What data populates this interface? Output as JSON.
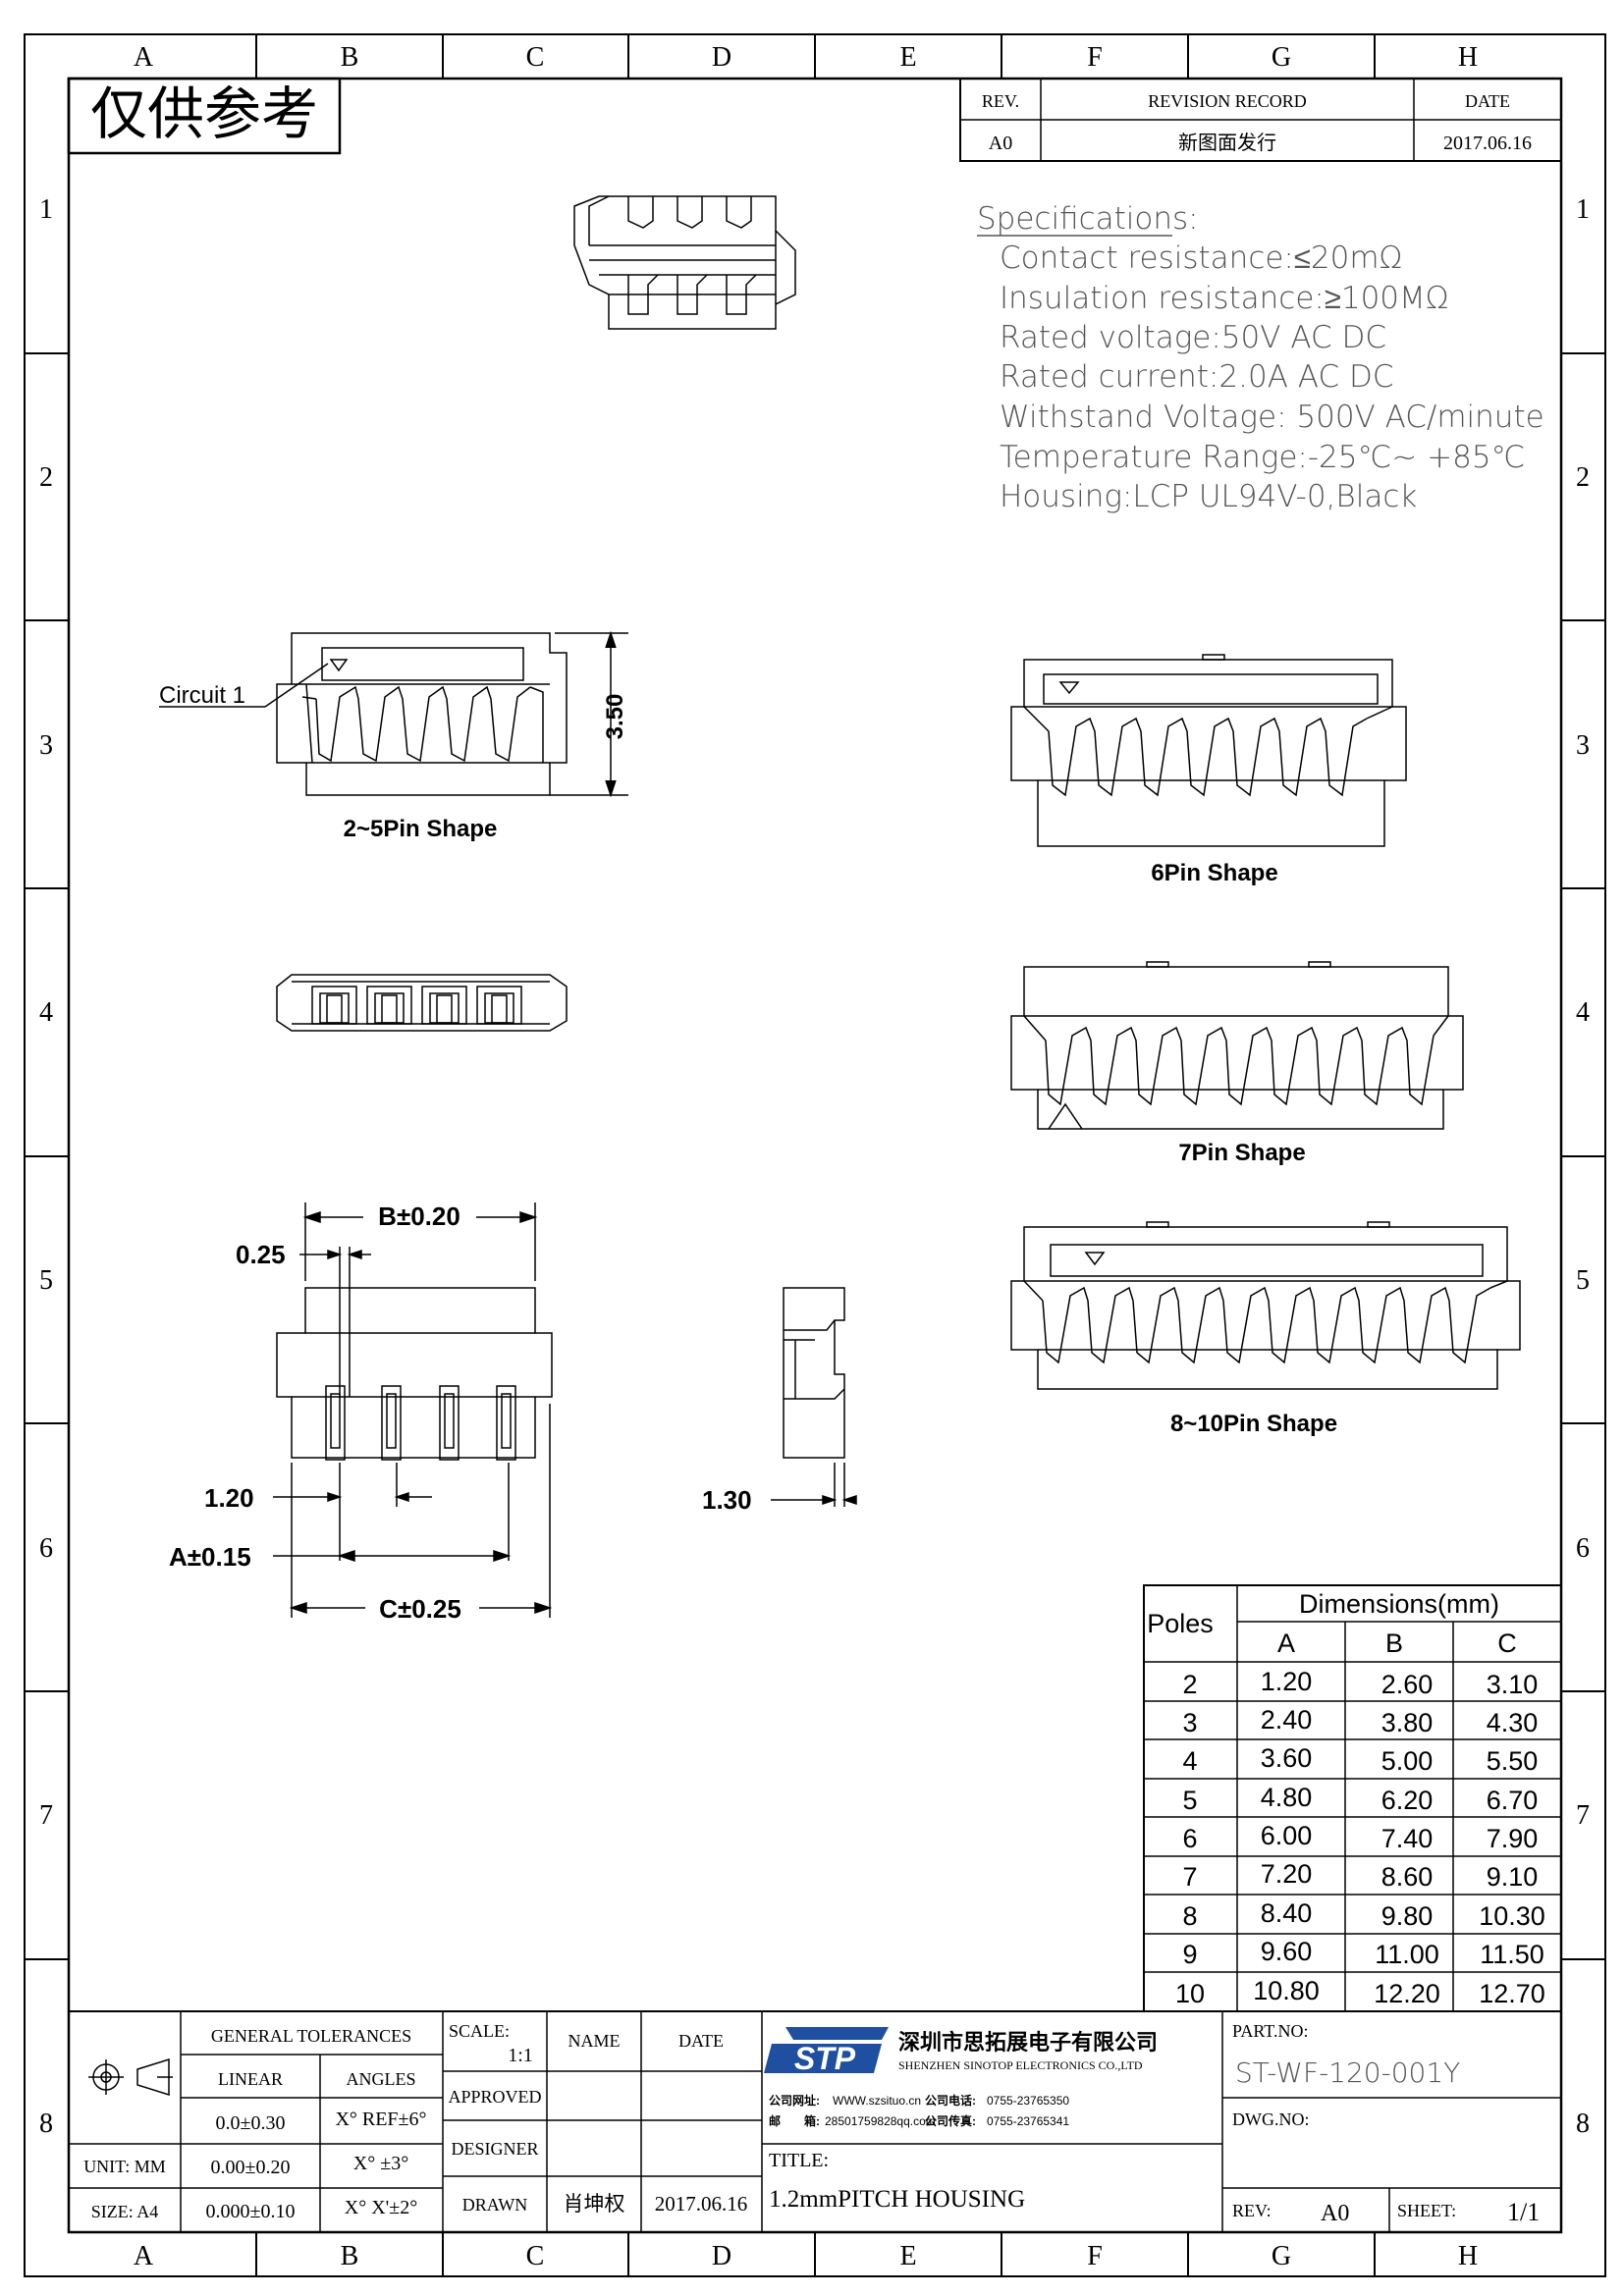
{
  "grid": {
    "columns": [
      "A",
      "B",
      "C",
      "D",
      "E",
      "F",
      "G",
      "H"
    ],
    "rows": [
      "1",
      "2",
      "3",
      "4",
      "5",
      "6",
      "7",
      "8"
    ]
  },
  "watermark": "仅供参考",
  "revision": {
    "headers": {
      "rev": "REV.",
      "record": "REVISION RECORD",
      "date": "DATE"
    },
    "rows": [
      {
        "rev": "A0",
        "record": "新图面发行",
        "date": "2017.06.16"
      }
    ]
  },
  "specifications": {
    "heading": "Specifications:",
    "lines": [
      "Contact resistance:≤20mΩ",
      "Insulation resistance:≥100MΩ",
      "Rated voltage:50V AC DC",
      "Rated current:2.0A AC DC",
      "Withstand Voltage: 500V AC/minute",
      "Temperature Range:-25℃~ +85℃",
      "Housing:LCP UL94V-0,Black"
    ]
  },
  "views": {
    "circuit_label": "Circuit 1",
    "height_dim": "3.50",
    "shape_2_5": "2~5Pin Shape",
    "shape_6": "6Pin Shape",
    "shape_7": "7Pin Shape",
    "shape_8_10": "8~10Pin  Shape",
    "dim_b": "B±0.20",
    "dim_025": "0.25",
    "dim_120": "1.20",
    "dim_a": "A±0.15",
    "dim_c": "C±0.25",
    "dim_130": "1.30"
  },
  "dimensions_table": {
    "poles_header": "Poles",
    "group_header": "Dimensions(mm)",
    "columns": [
      "A",
      "B",
      "C"
    ],
    "rows": [
      {
        "poles": "2",
        "a": "1.20",
        "b": "2.60",
        "c": "3.10"
      },
      {
        "poles": "3",
        "a": "2.40",
        "b": "3.80",
        "c": "4.30"
      },
      {
        "poles": "4",
        "a": "3.60",
        "b": "5.00",
        "c": "5.50"
      },
      {
        "poles": "5",
        "a": "4.80",
        "b": "6.20",
        "c": "6.70"
      },
      {
        "poles": "6",
        "a": "6.00",
        "b": "7.40",
        "c": "7.90"
      },
      {
        "poles": "7",
        "a": "7.20",
        "b": "8.60",
        "c": "9.10"
      },
      {
        "poles": "8",
        "a": "8.40",
        "b": "9.80",
        "c": "10.30"
      },
      {
        "poles": "9",
        "a": "9.60",
        "b": "11.00",
        "c": "11.50"
      },
      {
        "poles": "10",
        "a": "10.80",
        "b": "12.20",
        "c": "12.70"
      }
    ]
  },
  "title_block": {
    "general_tolerances": "GENERAL TOLERANCES",
    "linear": "LINEAR",
    "angles": "ANGLES",
    "tol_rows": [
      {
        "linear": "0.0±0.30",
        "angle": "X° REF±6°"
      },
      {
        "linear": "0.00±0.20",
        "angle": "X° ±3°"
      },
      {
        "linear": "0.000±0.10",
        "angle": "X° X'±2°"
      }
    ],
    "unit": "UNIT: MM",
    "size": "SIZE: A4",
    "scale_label": "SCALE:",
    "scale_value": "1:1",
    "name_header": "NAME",
    "date_header": "DATE",
    "approved": "APPROVED",
    "designer": "DESIGNER",
    "drawn": "DRAWN",
    "drawn_name": "肖坤权",
    "drawn_date": "2017.06.16",
    "logo_text": "STP",
    "company_cn": "深圳市思拓展电子有限公司",
    "company_en": "SHENZHEN SINOTOP ELECTRONICS CO.,LTD",
    "web_label": "公司网址:",
    "web": "WWW.szsituo.cn",
    "phone_label": "公司电话:",
    "phone": "0755-23765350",
    "email_label": "邮　　箱:",
    "email": "28501759828qq.com",
    "fax_label": "公司传真:",
    "fax": "0755-23765341",
    "title_label": "TITLE:",
    "title_value": "1.2mmPITCH HOUSING",
    "part_no_label": "PART.NO:",
    "part_no": "ST-WF-120-001Y",
    "dwg_no_label": "DWG.NO:",
    "rev_label": "REV:",
    "rev_value": "A0",
    "sheet_label": "SHEET:",
    "sheet_value": "1/1"
  }
}
